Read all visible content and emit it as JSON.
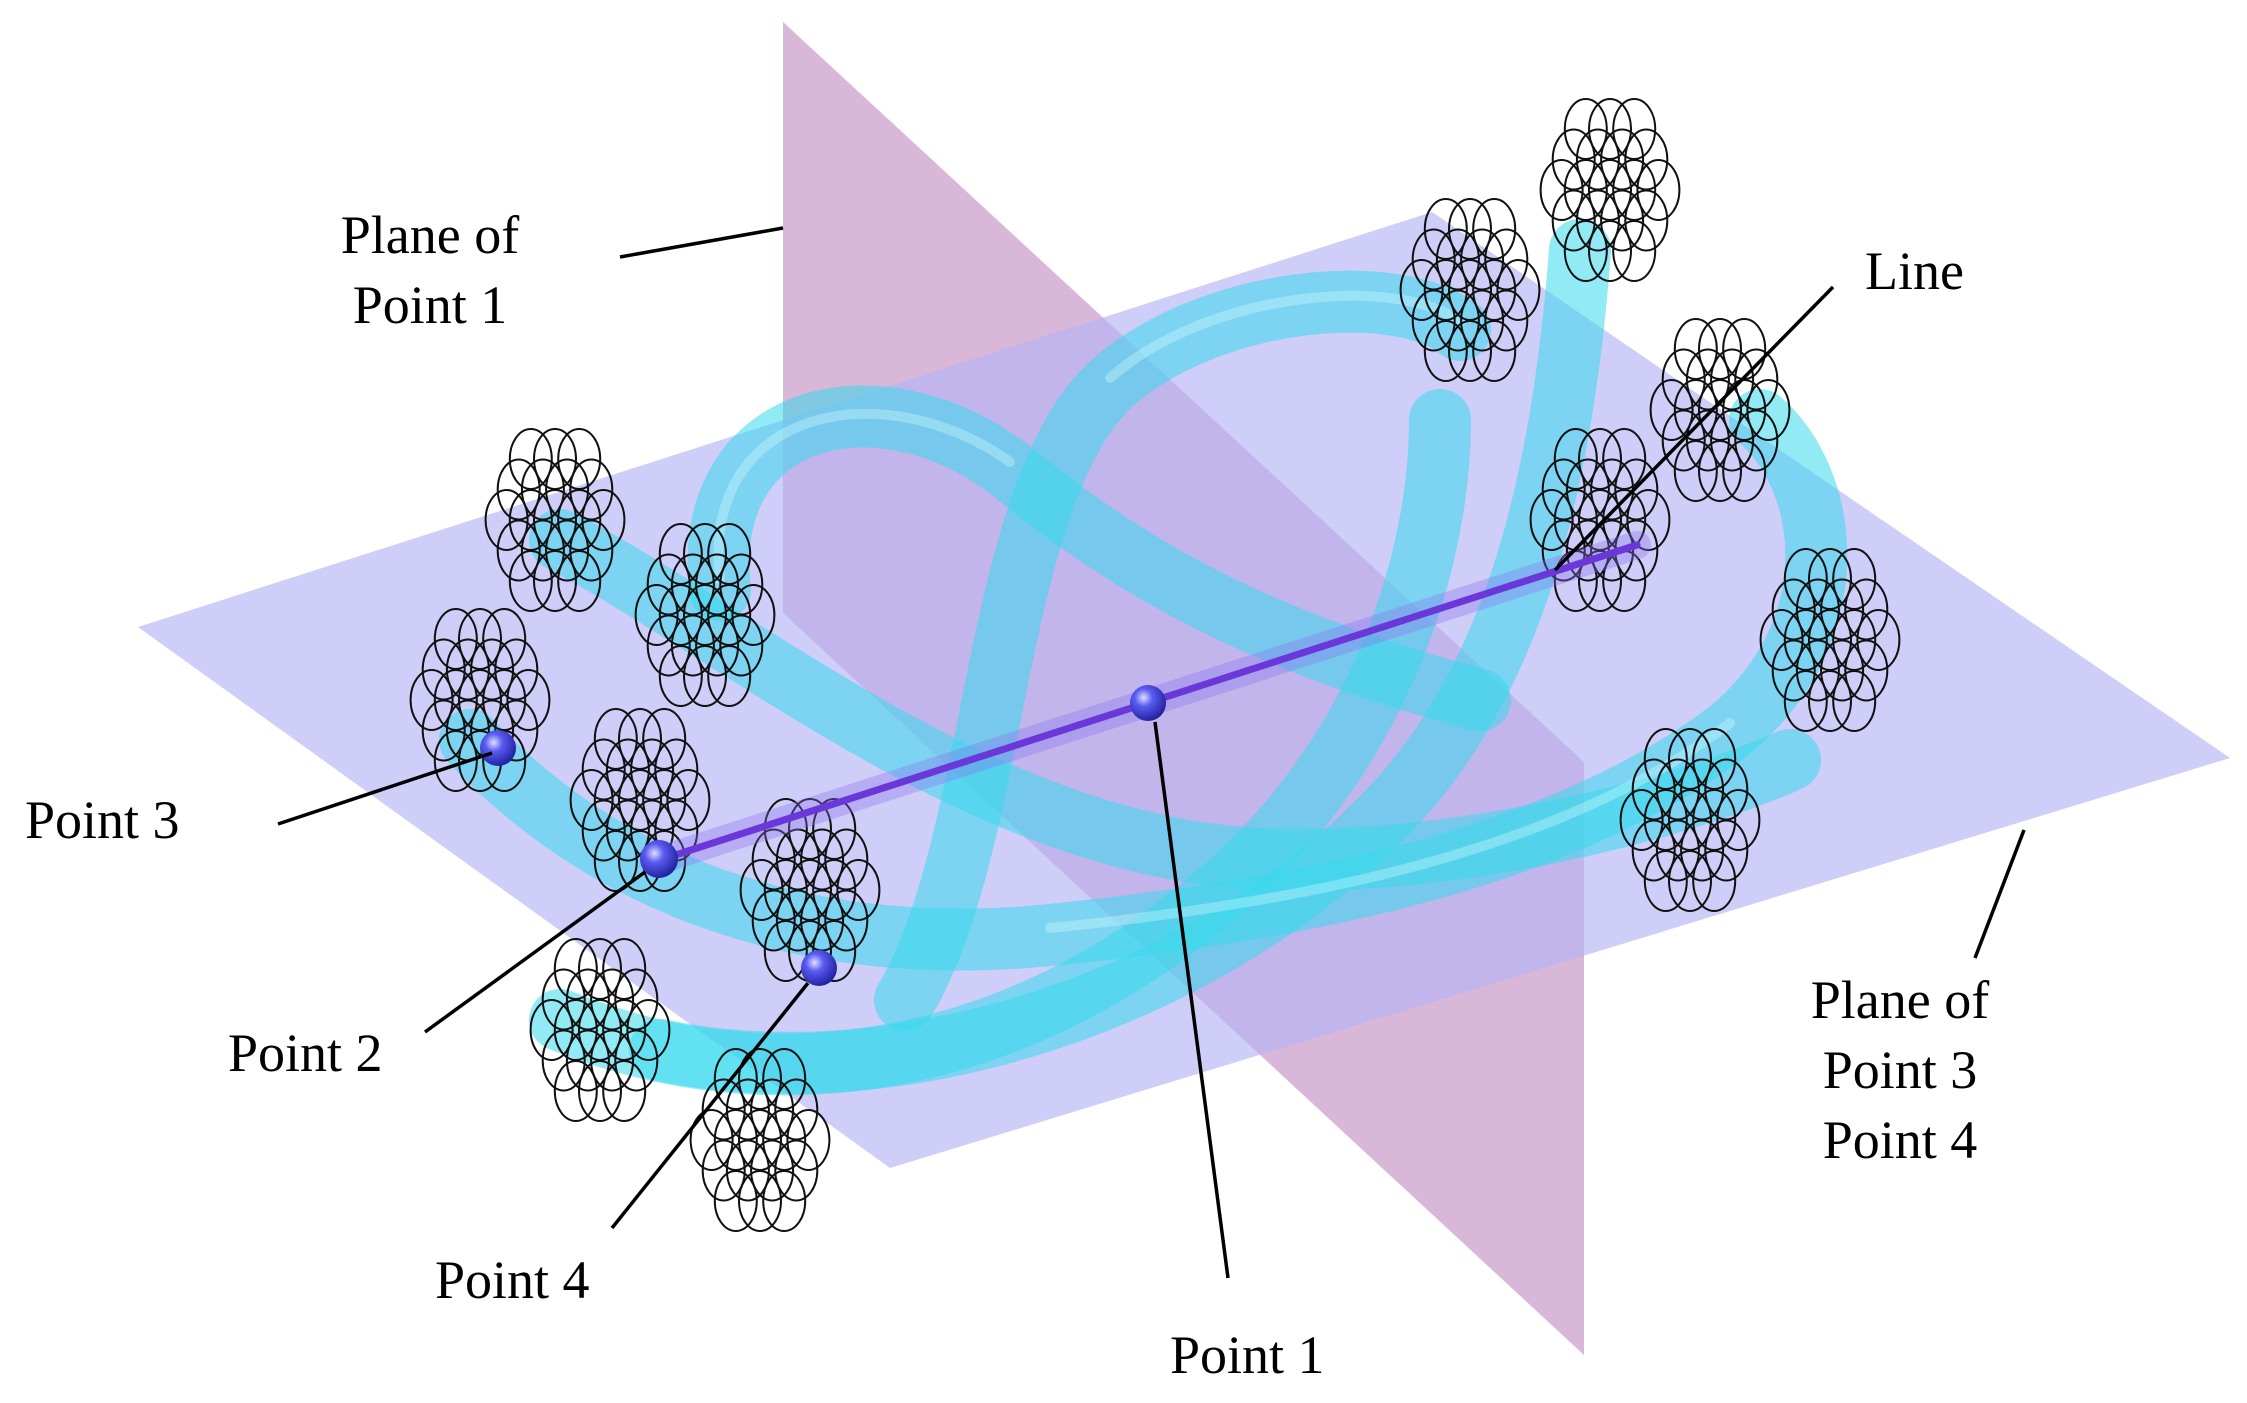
{
  "labels": {
    "plane_point1": [
      "Plane of",
      "Point 1"
    ],
    "line": "Line",
    "point3": "Point 3",
    "point2": "Point 2",
    "point4": "Point 4",
    "point1": "Point 1",
    "plane_point34": [
      "Plane of",
      "Point 3",
      "Point 4"
    ]
  },
  "colors": {
    "vertical_plane": "#c08ac0",
    "horizontal_plane": "#b4b4f4",
    "tube": "#40e0f0",
    "line": "#6a38d8",
    "point": "#3a3ae8",
    "strand_outline": "#111111",
    "leader_line": "#000000"
  }
}
